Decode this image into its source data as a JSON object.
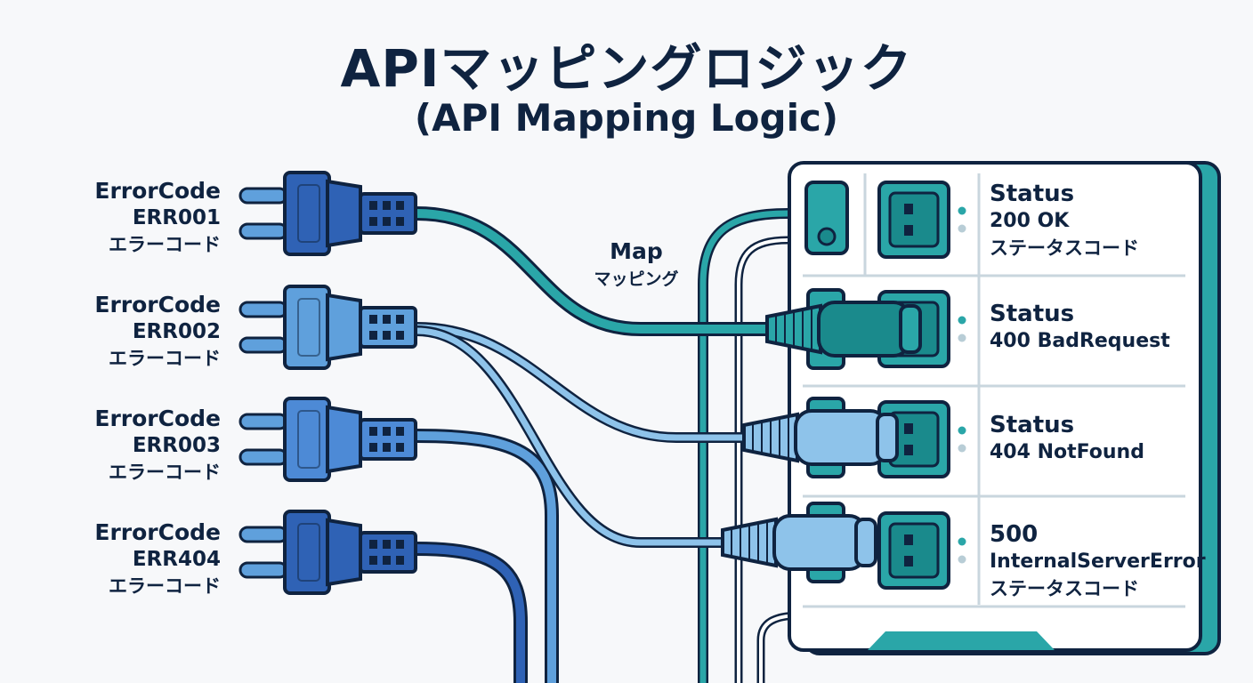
{
  "title": {
    "main": "APIマッピングロジック",
    "sub": "(API Mapping Logic)"
  },
  "plugs": [
    {
      "label": "ErrorCode",
      "code": "ERR001",
      "jp": "エラーコード",
      "color": "#2f62b5"
    },
    {
      "label": "ErrorCode",
      "code": "ERR002",
      "jp": "エラーコード",
      "color": "#5fa0dc"
    },
    {
      "label": "ErrorCode",
      "code": "ERR003",
      "jp": "エラーコード",
      "color": "#4d8ad6"
    },
    {
      "label": "ErrorCode",
      "code": "ERR404",
      "jp": "エラーコード",
      "color": "#2f62b5"
    }
  ],
  "map_label": {
    "en": "Map",
    "jp": "マッピング"
  },
  "statuses": [
    {
      "line1": "Status",
      "line2": "200 OK",
      "line3": "ステータスコード"
    },
    {
      "line1": "Status",
      "line2": "400 BadRequest",
      "line3": ""
    },
    {
      "line1": "Status",
      "line2": "404 NotFound",
      "line3": ""
    },
    {
      "line1": "500",
      "line2": "InternalServerError",
      "line3": "ステータスコード"
    }
  ],
  "colors": {
    "outline": "#0f2340",
    "teal": "#2aa6a8",
    "teal_dark": "#1a8a8c",
    "blue_dark": "#2f62b5",
    "blue_light": "#5fa0dc",
    "panel_bg": "#ffffff",
    "panel_line": "#c9d6de"
  }
}
